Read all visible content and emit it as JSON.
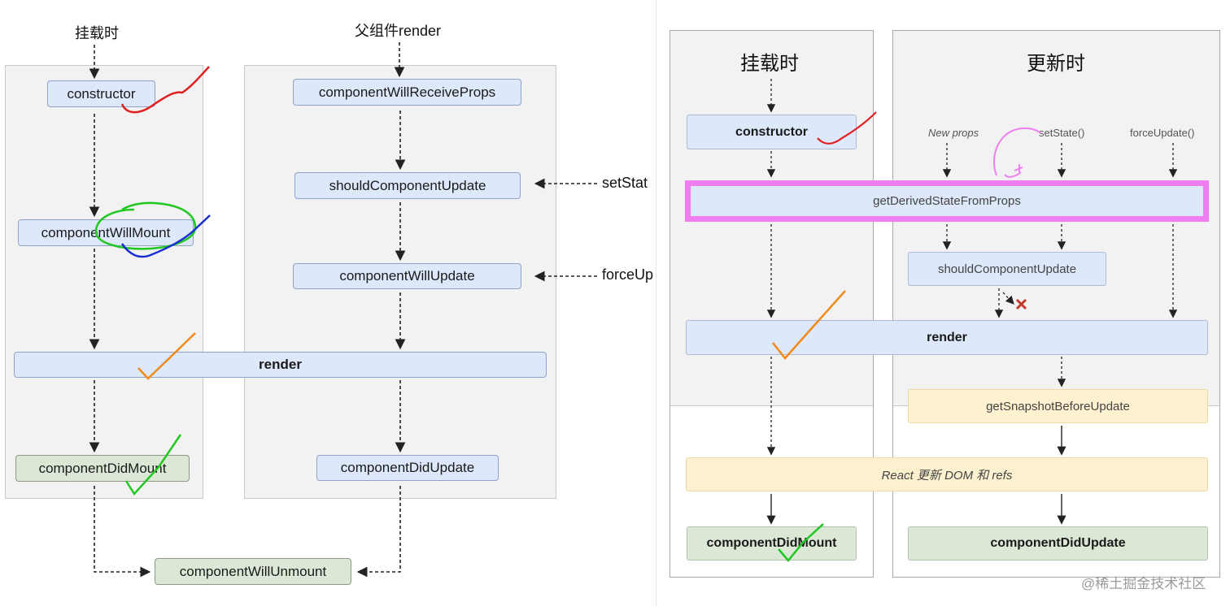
{
  "left_diagram": {
    "label_mount": "挂载时",
    "label_parent_render": "父组件render",
    "nodes": {
      "constructor": "constructor",
      "componentWillMount": "componentWillMount",
      "render": "render",
      "componentDidMount": "componentDidMount",
      "componentWillReceiveProps": "componentWillReceiveProps",
      "shouldComponentUpdate": "shouldComponentUpdate",
      "componentWillUpdate": "componentWillUpdate",
      "componentDidUpdate": "componentDidUpdate",
      "componentWillUnmount": "componentWillUnmount"
    },
    "side_labels": {
      "setState": "setStat",
      "forceUpdate": "forceUp"
    }
  },
  "right_diagram": {
    "heading_mount": "挂载时",
    "heading_update": "更新时",
    "triggers": {
      "new_props": "New props",
      "set_state": "setState()",
      "force_update": "forceUpdate()"
    },
    "nodes": {
      "constructor": "constructor",
      "getDerivedStateFromProps": "getDerivedStateFromProps",
      "shouldComponentUpdate": "shouldComponentUpdate",
      "render": "render",
      "getSnapshotBeforeUpdate": "getSnapshotBeforeUpdate",
      "react_dom_refs": "React 更新 DOM 和 refs",
      "componentDidMount": "componentDidMount",
      "componentDidUpdate": "componentDidUpdate"
    },
    "watermark": "@稀土掘金技术社区"
  },
  "colors": {
    "node_blue": "#dde8fa",
    "node_green": "#dce8d6",
    "node_yellow": "#fdf1cf",
    "highlight_pink": "#f07ef0",
    "mark_red": "#e02020",
    "mark_green": "#22c722",
    "mark_blue": "#1a2fd0",
    "mark_orange": "#f08a1a",
    "cross_red": "#c0392b"
  }
}
